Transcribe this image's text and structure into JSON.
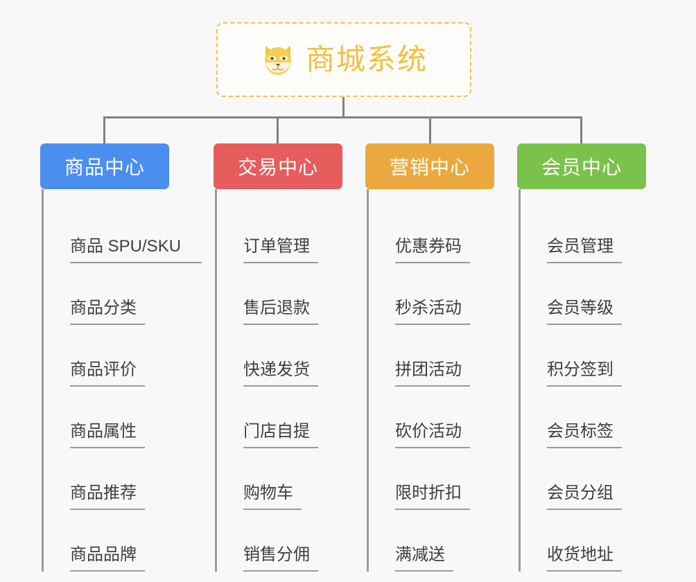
{
  "root": {
    "title": "商城系统",
    "icon": "shiba-dog-face-icon",
    "title_color": "#f5bf3f",
    "border_color": "#f2c14e"
  },
  "canvas": {
    "background": "#f8f8f8",
    "connector_color": "#808080"
  },
  "branches": [
    {
      "name": "product-center",
      "label": "商品中心",
      "color": "#4a8ef0",
      "items": [
        "商品 SPU/SKU",
        "商品分类",
        "商品评价",
        "商品属性",
        "商品推荐",
        "商品品牌"
      ]
    },
    {
      "name": "trade-center",
      "label": "交易中心",
      "color": "#e75c5c",
      "items": [
        "订单管理",
        "售后退款",
        "快递发货",
        "门店自提",
        "购物车",
        "销售分佣"
      ]
    },
    {
      "name": "marketing-center",
      "label": "营销中心",
      "color": "#eaa93e",
      "items": [
        "优惠券码",
        "秒杀活动",
        "拼团活动",
        "砍价活动",
        "限时折扣",
        "满减送"
      ]
    },
    {
      "name": "member-center",
      "label": "会员中心",
      "color": "#7bc24a",
      "items": [
        "会员管理",
        "会员等级",
        "积分签到",
        "会员标签",
        "会员分组",
        "收货地址"
      ]
    }
  ]
}
